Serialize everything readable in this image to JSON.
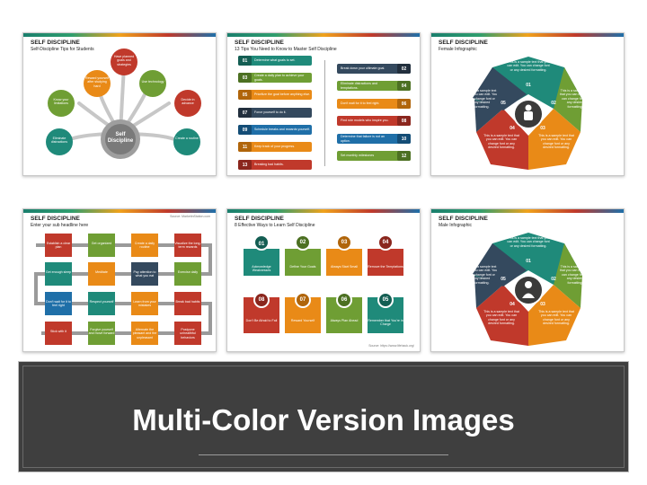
{
  "colors": {
    "teal": "#1f8a7a",
    "green": "#6f9e34",
    "orange": "#e98a17",
    "red": "#c0392b",
    "navy": "#34495e",
    "blue": "#1f6fa8",
    "gray": "#7f7f7f"
  },
  "slide1": {
    "title": "SELF DISCIPLINE",
    "subtitle": "Self-Discipline Tips for Students",
    "center": "Self Discipline",
    "items": [
      "Have planned goals and strategies",
      "Reward yourself after studying hard",
      "Use technology",
      "Know your limitations",
      "Decide in advance",
      "Eliminate distractions",
      "Create a routine"
    ]
  },
  "slide2": {
    "title": "SELF DISCIPLINE",
    "subtitle": "13 Tips You Need to Know to Master Self Discipline",
    "left": [
      {
        "n": "01",
        "t": "Determine what goals to set."
      },
      {
        "n": "03",
        "t": "Create a daily plan to achieve your goals."
      },
      {
        "n": "05",
        "t": "Prioritize the goal before anything else."
      },
      {
        "n": "07",
        "t": "Force yourself to do it."
      },
      {
        "n": "09",
        "t": "Schedule breaks and rewards yourself."
      },
      {
        "n": "11",
        "t": "Keep track of your progress."
      },
      {
        "n": "13",
        "t": "Breaking bad habits."
      }
    ],
    "right": [
      {
        "n": "02",
        "t": "Break down your ultimate goal."
      },
      {
        "n": "04",
        "t": "Eliminate distractions and temptations."
      },
      {
        "n": "06",
        "t": "Don't wait for it to feel right."
      },
      {
        "n": "08",
        "t": "Find role models who inspire you."
      },
      {
        "n": "10",
        "t": "Determine that failure is not an option."
      },
      {
        "n": "12",
        "t": "Set monthly milestones"
      }
    ]
  },
  "slide3": {
    "title": "SELF DISCIPLINE",
    "subtitle": "Female Infographic",
    "text": "This is a sample text that you can edit. You can change font or any desired formatting.",
    "nums": [
      "01",
      "02",
      "03",
      "04",
      "05"
    ]
  },
  "slide4": {
    "title": "SELF DISCIPLINE",
    "subtitle": "Enter your sub headline here",
    "source": "Source: MarketinStation.com",
    "items": [
      "Establish a clear plan",
      "Get organized",
      "Create a daily routine",
      "Visualize the long-term rewards",
      "Get enough sleep",
      "Meditate",
      "Pay attention to what you eat",
      "Exercise daily",
      "Don't wait for it to feel right",
      "Respect yourself",
      "Learn from your mistakes",
      "Break bad habits",
      "Stick with it",
      "Forgive yourself and move forward",
      "Alternate the pleasant and the unpleasant",
      "Postpone unhealthful behaviors"
    ]
  },
  "slide5": {
    "title": "SELF DISCIPLINE",
    "subtitle": "8 Effective Ways to Learn Self Discipline",
    "source": "Source: https://www.lifehack.org/",
    "top": [
      {
        "n": "01",
        "t": "Acknowledge Weaknesses"
      },
      {
        "n": "02",
        "t": "Define Your Goals"
      },
      {
        "n": "03",
        "t": "Always Start Small"
      },
      {
        "n": "04",
        "t": "Remove the Temptations"
      }
    ],
    "bottom": [
      {
        "n": "08",
        "t": "Don't Be Afraid to Fail"
      },
      {
        "n": "07",
        "t": "Reward Yourself"
      },
      {
        "n": "06",
        "t": "Always Plan Ahead"
      },
      {
        "n": "05",
        "t": "Remember that You're in Charge"
      }
    ]
  },
  "slide6": {
    "title": "SELF DISCIPLINE",
    "subtitle": "Male Infographic",
    "text": "This is a sample text that you can edit. You can change font or any desired formatting.",
    "nums": [
      "01",
      "02",
      "03",
      "04",
      "05"
    ]
  },
  "banner": {
    "title": "Multi-Color Version Images"
  }
}
